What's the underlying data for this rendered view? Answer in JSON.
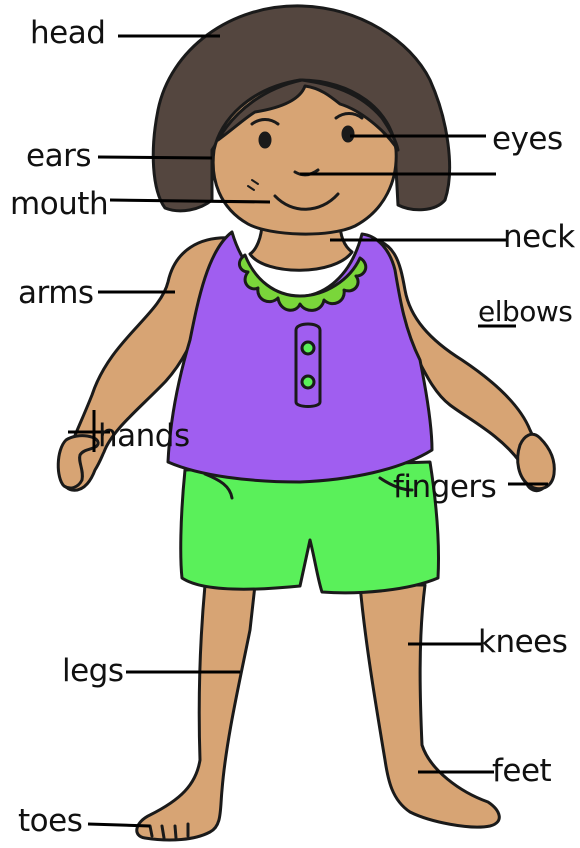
{
  "labels": {
    "head": "head",
    "eyes": "eyes",
    "ears": "ears",
    "mouth": "mouth",
    "neck": "neck",
    "arms": "arms",
    "elbows": "elbows",
    "hands": "hands",
    "fingers": "fingers",
    "knees": "knees",
    "legs": "legs",
    "feet": "feet",
    "toes": "toes"
  },
  "colors": {
    "skin": "#d7a474",
    "hair": "#54463f",
    "shirt": "#a05ef0",
    "shorts": "#5af05a",
    "collar": "#7ad63a",
    "outline": "#1a1a1a"
  }
}
